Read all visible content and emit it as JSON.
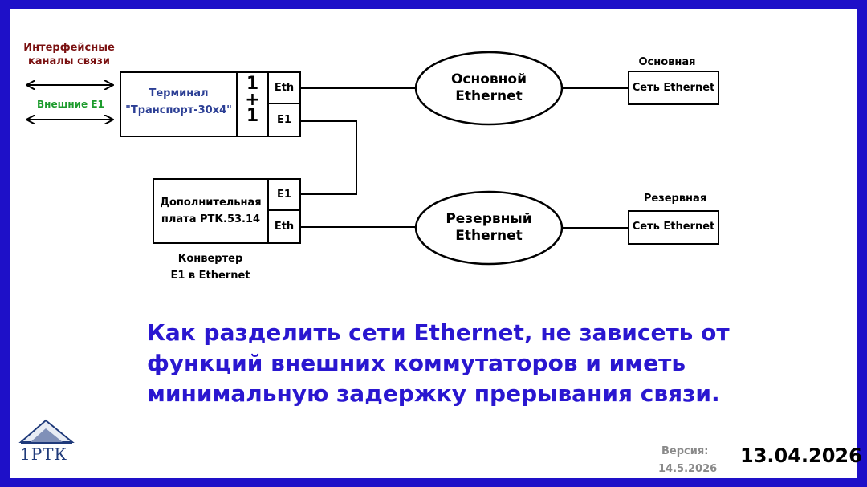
{
  "labels": {
    "interface_channels_1": "Интерфейсные",
    "interface_channels_2": "каналы связи",
    "external_e1": "Внешние E1",
    "terminal_1": "Терминал",
    "terminal_2": "\"Транспорт-30х4\"",
    "one_top": "1",
    "plus": "+",
    "one_bottom": "1",
    "eth_top": "Eth",
    "e1_top": "E1",
    "extra_board_1": "Дополнительная",
    "extra_board_2": "плата РТК.53.14",
    "e1_bottom": "E1",
    "eth_bottom": "Eth",
    "converter_1": "Конвертер",
    "converter_2": "E1 в Ethernet",
    "main_ethernet_1": "Основной",
    "main_ethernet_2": "Ethernet",
    "reserve_ethernet_1": "Резервный",
    "reserve_ethernet_2": "Ethernet",
    "main_caption": "Основная",
    "main_network": "Сеть Ethernet",
    "reserve_caption": "Резервная",
    "reserve_network": "Сеть Ethernet"
  },
  "headline": {
    "line1": "Как разделить сети Ethernet, не зависеть от",
    "line2": "функций внешних коммутаторов и иметь",
    "line3": "минимальную задержку прерывания связи."
  },
  "footer": {
    "logo_text": "1РТК",
    "version_label": "Версия:",
    "version_value": "14.5.2026",
    "date": "13.04.2026"
  },
  "colors": {
    "frame": "#1e10c8",
    "headline": "#2a17d0",
    "interface_label": "#7a1010",
    "external_label": "#1c9b2c",
    "terminal_label": "#2c3f95"
  }
}
